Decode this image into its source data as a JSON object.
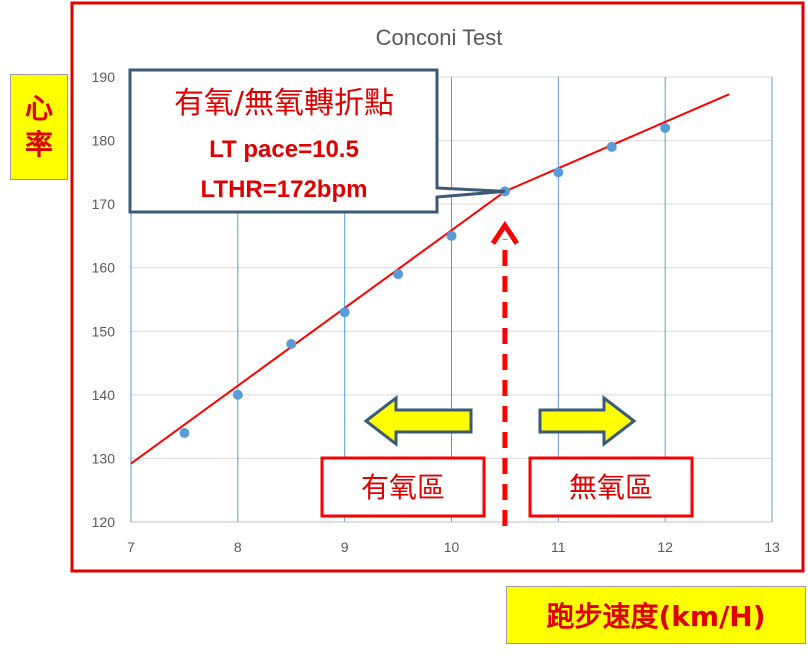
{
  "chart_data": {
    "type": "scatter",
    "title": "Conconi Test",
    "xlabel": "跑步速度(km/H)",
    "ylabel": "心率",
    "xlim": [
      7,
      13
    ],
    "ylim": [
      120,
      190
    ],
    "xticks": [
      7,
      8,
      9,
      10,
      11,
      12,
      13
    ],
    "yticks": [
      120,
      130,
      140,
      150,
      160,
      170,
      180,
      190
    ],
    "grid": true,
    "series": [
      {
        "x": [
          7.5,
          8,
          8.5,
          9,
          9.5,
          10,
          10.5,
          11,
          11.5,
          12
        ],
        "y": [
          134,
          140,
          148,
          153,
          159,
          165,
          172,
          175,
          179,
          182
        ]
      }
    ],
    "trend_lines": [
      {
        "x": [
          7,
          10.5
        ],
        "y": [
          129.2,
          172
        ]
      },
      {
        "x": [
          10.5,
          12.6
        ],
        "y": [
          172,
          187.3
        ]
      }
    ],
    "colors": {
      "points": "#5b9bd5",
      "lines": "#ff0000",
      "grid": "#d9d9d9",
      "vgrid": "#5b9bd5",
      "frame": "#e00000"
    },
    "annotations": {
      "callout_title": "有氧/無氧轉折點",
      "callout_line1": "LT pace=10.5",
      "callout_line2": "LTHR=172bpm",
      "aerobic_zone": "有氧區",
      "anaerobic_zone": "無氧區"
    },
    "threshold": {
      "x": 10.5,
      "y": 172
    }
  }
}
